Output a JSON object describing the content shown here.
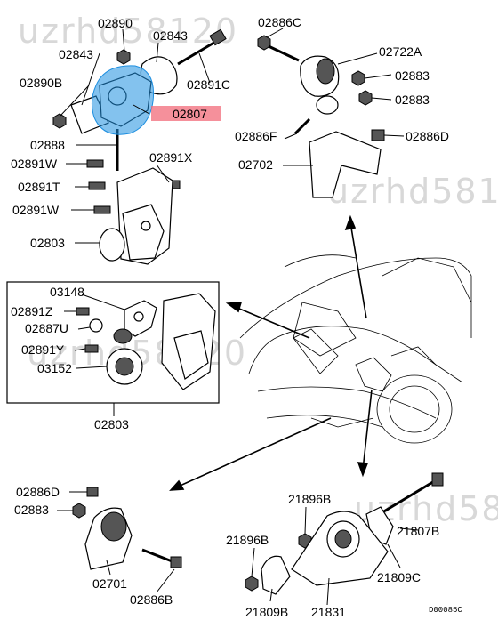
{
  "watermarks": [
    "uzrhd58120",
    "uzrhd581",
    "uzrhd58120",
    "uzrhd581"
  ],
  "highlight_colors": {
    "blue": "#1e8fe0",
    "red": "#f26b7a"
  },
  "labels": {
    "p02890": "02890",
    "p02843a": "02843",
    "p02843b": "02843",
    "p02890B": "02890B",
    "p02891C": "02891C",
    "p02807": "02807",
    "p02888": "02888",
    "p02891W_a": "02891W",
    "p02891X": "02891X",
    "p02891T": "02891T",
    "p02891W_b": "02891W",
    "p02803_a": "02803",
    "p02886C": "02886C",
    "p02722A": "02722A",
    "p02883_a": "02883",
    "p02883_b": "02883",
    "p02886F": "02886F",
    "p02886D": "02886D",
    "p02702": "02702",
    "p03148": "03148",
    "p02891Z": "02891Z",
    "p02887U": "02887U",
    "p02891Y": "02891Y",
    "p03152": "03152",
    "p02803_b": "02803",
    "p02886D_b": "02886D",
    "p02883_c": "02883",
    "p02701": "02701",
    "p02886B": "02886B",
    "p21896B_a": "21896B",
    "p21896B_b": "21896B",
    "p21807B": "21807B",
    "p21809C": "21809C",
    "p21809B": "21809B",
    "p21831": "21831"
  },
  "diagram_code": "D00085C"
}
